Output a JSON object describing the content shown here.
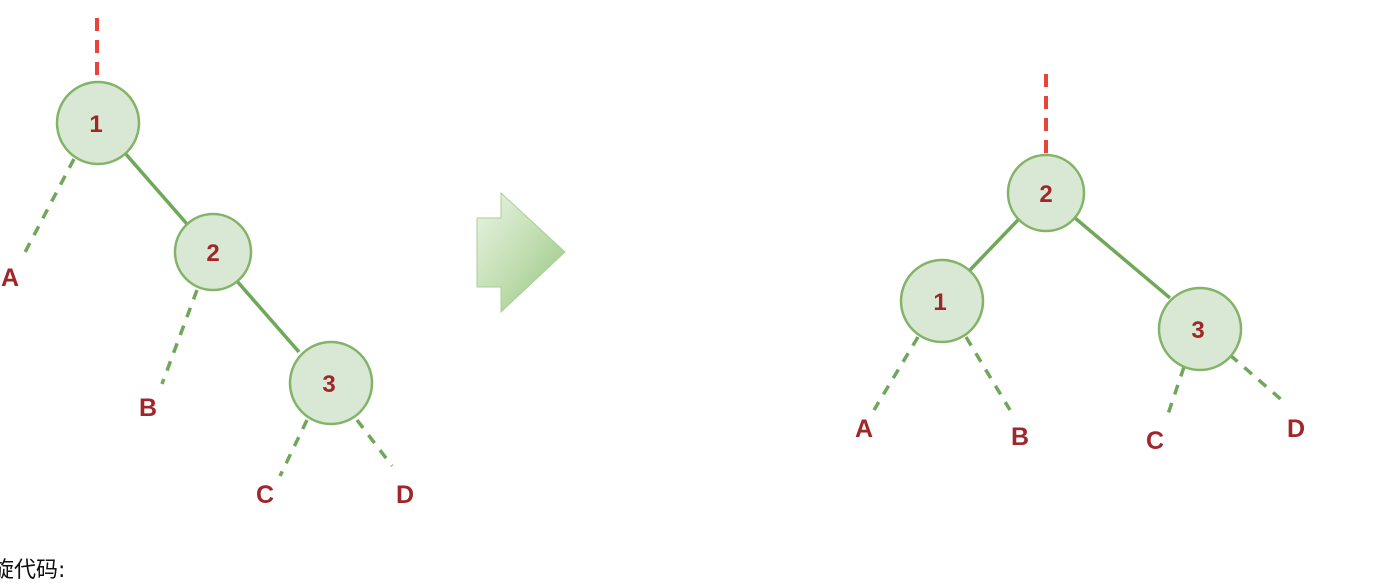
{
  "left_tree": {
    "nodes": [
      "1",
      "2",
      "3"
    ],
    "leaves": [
      "A",
      "B",
      "C",
      "D"
    ]
  },
  "right_tree": {
    "nodes": [
      "2",
      "1",
      "3"
    ],
    "leaves": [
      "A",
      "B",
      "C",
      "D"
    ]
  },
  "caption": "旋代码:",
  "colors": {
    "node_fill": "#d9e8d5",
    "node_stroke": "#82b366",
    "edge": "#6fa85a",
    "label": "#a0262a",
    "parent_link": "#e8443a"
  }
}
